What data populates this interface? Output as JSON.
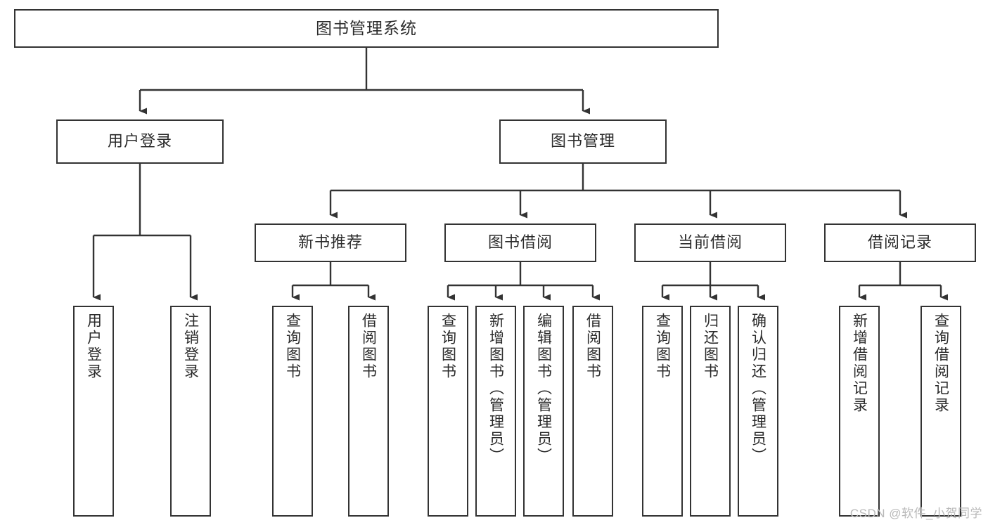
{
  "diagram": {
    "kind": "tree-hierarchy",
    "title": "图书管理系统",
    "root": {
      "label": "图书管理系统"
    },
    "level2": [
      {
        "label": "用户登录"
      },
      {
        "label": "图书管理"
      }
    ],
    "level3": [
      {
        "label": "新书推荐"
      },
      {
        "label": "图书借阅"
      },
      {
        "label": "当前借阅"
      },
      {
        "label": "借阅记录"
      }
    ],
    "leaves": {
      "user_login": [
        {
          "label": "用户登录"
        },
        {
          "label": "注销登录"
        }
      ],
      "new_book_recommend": [
        {
          "label": "查询图书"
        },
        {
          "label": "借阅图书"
        }
      ],
      "book_borrow": [
        {
          "label": "查询图书"
        },
        {
          "label": "新增图书（管理员）"
        },
        {
          "label": "编辑图书（管理员）"
        },
        {
          "label": "借阅图书"
        }
      ],
      "current_borrow": [
        {
          "label": "查询图书"
        },
        {
          "label": "归还图书"
        },
        {
          "label": "确认归还（管理员）"
        }
      ],
      "borrow_record": [
        {
          "label": "新增借阅记录"
        },
        {
          "label": "查询借阅记录"
        }
      ]
    }
  },
  "watermark": {
    "text": "CSDN @软件_小贺同学"
  },
  "colors": {
    "border": "#333333",
    "text": "#2b2b2b",
    "background": "#ffffff",
    "connector": "#333333",
    "watermark": "#b9b9b9"
  }
}
